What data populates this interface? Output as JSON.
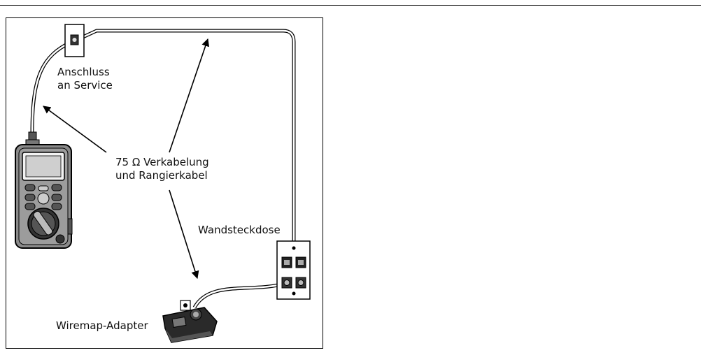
{
  "labels": {
    "service_line1": "Anschluss",
    "service_line2": "an Service",
    "cabling_line1": "75 Ω Verkabelung",
    "cabling_line2": "und Rangierkabel",
    "wall_outlet": "Wandsteckdose",
    "wiremap_adapter": "Wiremap-Adapter"
  },
  "colors": {
    "line": "#000000",
    "device_body": "#8a8a8a",
    "device_dark": "#222222",
    "screen": "#cfcfcf"
  },
  "icons": [
    "service-outlet-icon",
    "tester-device-icon",
    "wall-outlet-icon",
    "wiremap-adapter-icon"
  ]
}
